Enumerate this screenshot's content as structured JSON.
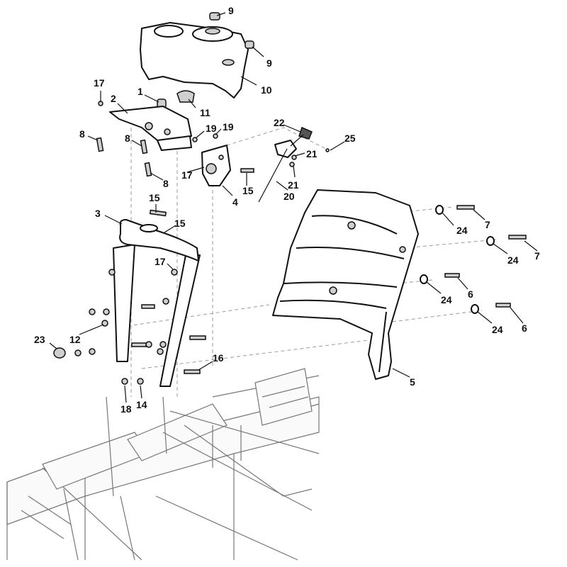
{
  "callouts": {
    "c1": "1",
    "c2": "2",
    "c3": "3",
    "c4": "4",
    "c5": "5",
    "c6a": "6",
    "c6b": "6",
    "c7a": "7",
    "c7b": "7",
    "c8a": "8",
    "c8b": "8",
    "c8c": "8",
    "c9a": "9",
    "c9b": "9",
    "c10": "10",
    "c11": "11",
    "c12": "12",
    "c14": "14",
    "c15a": "15",
    "c15b": "15",
    "c15c": "15",
    "c16": "16",
    "c17a": "17",
    "c17b": "17",
    "c17c": "17",
    "c18": "18",
    "c19a": "19",
    "c19b": "19",
    "c20": "20",
    "c21a": "21",
    "c21b": "21",
    "c22": "22",
    "c23": "23",
    "c24a": "24",
    "c24b": "24",
    "c24c": "24",
    "c24d": "24",
    "c25": "25"
  }
}
